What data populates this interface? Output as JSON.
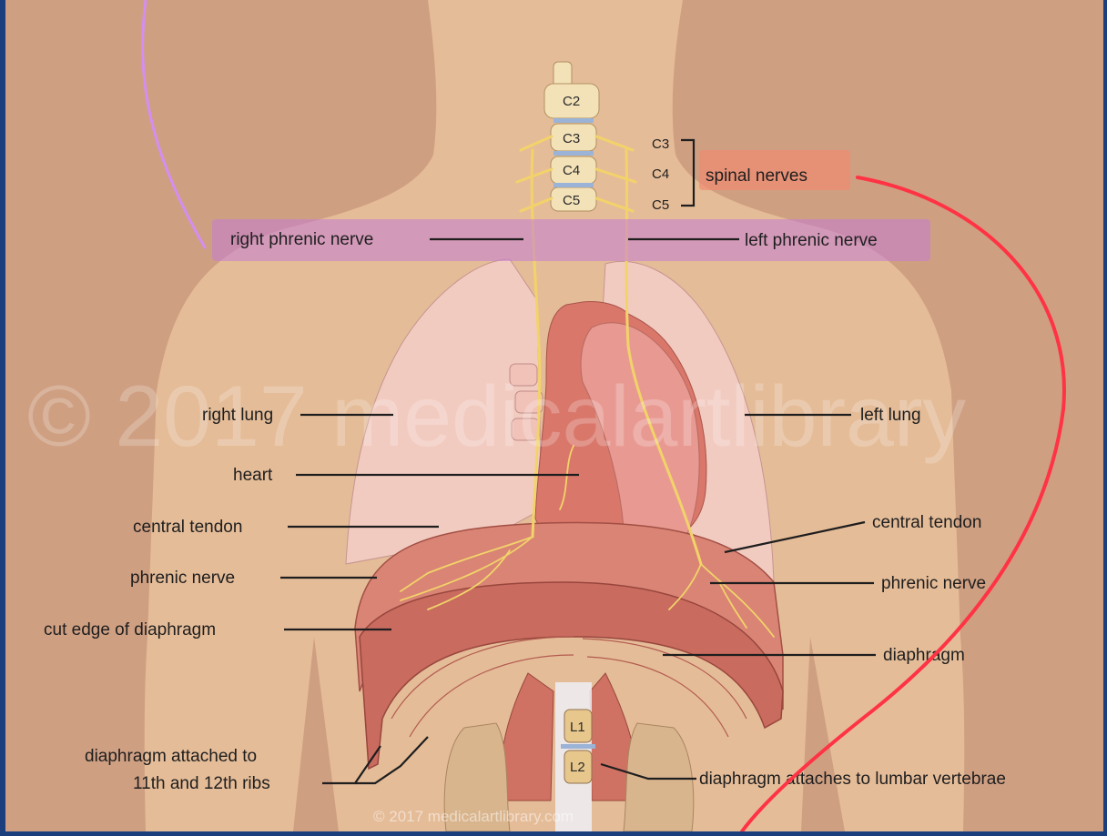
{
  "vertebrae": {
    "c2": "C2",
    "c3": "C3",
    "c4": "C4",
    "c5": "C5",
    "l1": "L1",
    "l2": "L2"
  },
  "spinal_levels": {
    "c3": "C3",
    "c4": "C4",
    "c5": "C5"
  },
  "labels": {
    "spinal_nerves": "spinal nerves",
    "right_phrenic_nerve": "right phrenic nerve",
    "left_phrenic_nerve": "left phrenic nerve",
    "right_lung": "right lung",
    "left_lung": "left lung",
    "heart": "heart",
    "central_tendon_left": "central tendon",
    "central_tendon_right": "central tendon",
    "phrenic_nerve_left": "phrenic nerve",
    "phrenic_nerve_right": "phrenic nerve",
    "cut_edge": "cut edge of diaphragm",
    "diaphragm": "diaphragm",
    "ribs_line1": "diaphragm attached to",
    "ribs_line2": "11th and 12th ribs",
    "lumbar": "diaphragm attaches to lumbar vertebrae"
  },
  "watermarks": {
    "large": "© 2017 medicalartlibrary",
    "small": "© 2017 medicalartlibrary.com"
  },
  "colors": {
    "frame": "#1b3f7c",
    "background": "#cf9f82",
    "skin": "#e5bc98",
    "lung": "#f2cbc0",
    "heart": "#d9776a",
    "diaphragm": "#c96b5e",
    "nerve": "#f2d36a",
    "highlight_purple": "#c47bd6",
    "highlight_red": "#ef8a70",
    "annotation_purple": "#d48ef0",
    "annotation_red": "#ff3344"
  }
}
